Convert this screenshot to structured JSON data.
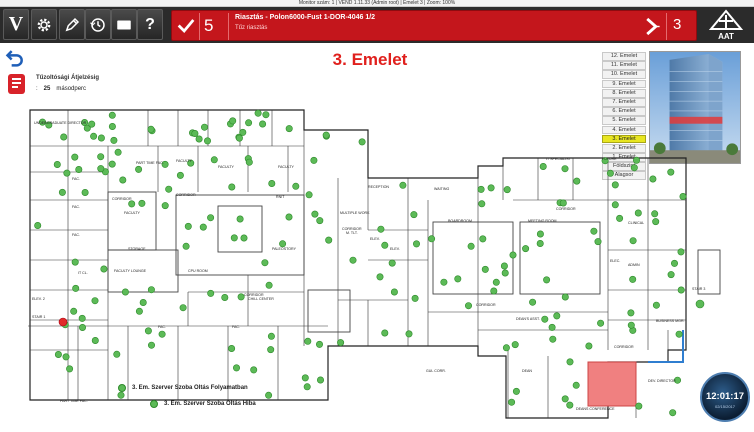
{
  "status_bar": {
    "text": "Monitor szám: 1  |  VEND 1.11.33 (Admin root)  |  Emelet 3  |  Zoom: 100%"
  },
  "toolbar": {
    "buttons": [
      {
        "icon": "v-logo-icon",
        "label": "V"
      },
      {
        "icon": "gear-icon"
      },
      {
        "icon": "pencil-icon"
      },
      {
        "icon": "clock-arrow-icon"
      },
      {
        "icon": "screen-icon"
      },
      {
        "icon": "help-icon",
        "label": "?"
      }
    ]
  },
  "alarm": {
    "count": "5",
    "title": "Riasztás - Polon6000-Fust 1-DOR-4046 1/2",
    "subtitle": "Tűz riasztás",
    "secondary_count": "3",
    "color": "#c4161c"
  },
  "logo": {
    "text": "AAT"
  },
  "main": {
    "floor_title": "3. Emelet",
    "fire_delay_label": "Tűzoltósági Átjelzésig",
    "delay_prefix": ":",
    "delay_value": "25",
    "delay_unit": "másodperc"
  },
  "floors": [
    {
      "label": "12. Emelet",
      "active": false
    },
    {
      "label": "11. Emelet",
      "active": false
    },
    {
      "label": "10. Emelet",
      "active": false
    },
    {
      "label": "9. Emelet",
      "active": false
    },
    {
      "label": "8. Emelet",
      "active": false
    },
    {
      "label": "7. Emelet",
      "active": false
    },
    {
      "label": "6. Emelet",
      "active": false
    },
    {
      "label": "5. Emelet",
      "active": false
    },
    {
      "label": "4. Emelet",
      "active": false
    },
    {
      "label": "3. Emelet",
      "active": true
    },
    {
      "label": "2. Emelet",
      "active": false
    },
    {
      "label": "1. Emelet",
      "active": false
    },
    {
      "label": "Földszint",
      "active": false
    },
    {
      "label": "Alagsor",
      "active": false
    }
  ],
  "plan": {
    "rooms": [
      {
        "label": "UNDERGRADUATE DIRECTOR"
      },
      {
        "label": "FAC."
      },
      {
        "label": "FAC."
      },
      {
        "label": "FAC."
      },
      {
        "label": "CORRIDOR"
      },
      {
        "label": "PART TIME FAC."
      },
      {
        "label": "FACULTY"
      },
      {
        "label": "FACULTY"
      },
      {
        "label": "FACULTY"
      },
      {
        "label": "CORRIDOR"
      },
      {
        "label": "RNIT"
      },
      {
        "label": "FACULTY"
      },
      {
        "label": "STORAGE"
      },
      {
        "label": "FACULTY LOUNGE"
      },
      {
        "label": "CPU ROOM"
      },
      {
        "label": "CORRIDOR"
      },
      {
        "label": "PALEOSTORY"
      },
      {
        "label": "CHILL CENTER"
      },
      {
        "label": "RECEPTION"
      },
      {
        "label": "WAITING"
      },
      {
        "label": "MULTIPLE WORK"
      },
      {
        "label": "CORRIDOR"
      },
      {
        "label": "M. TLT."
      },
      {
        "label": "ELEV."
      },
      {
        "label": "ELEV."
      },
      {
        "label": "BOARDROOM"
      },
      {
        "label": "MEETING ROOM"
      },
      {
        "label": "CORRIDOR"
      },
      {
        "label": "IT SPECIALIST"
      },
      {
        "label": "FUTURE"
      },
      {
        "label": "CLINICAL"
      },
      {
        "label": "ADMIN"
      },
      {
        "label": "ELEC."
      },
      {
        "label": "STAIR 3"
      },
      {
        "label": "DEAN'S ASST."
      },
      {
        "label": "BUSINESS MGR."
      },
      {
        "label": "CORRIDOR"
      },
      {
        "label": "DEAN"
      },
      {
        "label": "DEV. DIRECTOR"
      },
      {
        "label": "DEANS CONFERENCE"
      },
      {
        "label": "ELEV. 2"
      },
      {
        "label": "STAIR 1"
      },
      {
        "label": "IT CL."
      },
      {
        "label": "PART TIME FAC."
      },
      {
        "label": "FAC."
      },
      {
        "label": "GUL CORR."
      },
      {
        "label": "CORRIDOR"
      },
      {
        "label": "FAC."
      }
    ],
    "sensor_color": "#5cba57",
    "alarm_zone_color": "#f08080"
  },
  "legend": [
    {
      "text": "3. Em. Szerver Szoba Oltás Folyamatban"
    },
    {
      "text": "3. Em. Szerver Szoba Oltás Hiba"
    }
  ],
  "clock": {
    "time": "12:01:17",
    "date": "02/15/2017"
  }
}
